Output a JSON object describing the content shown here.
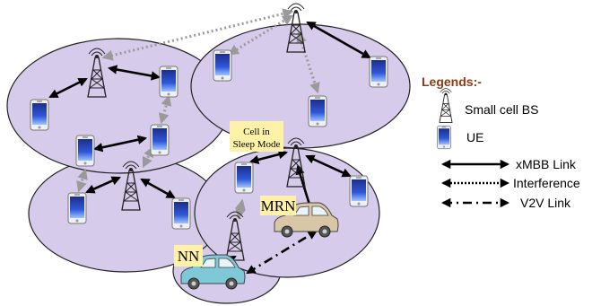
{
  "labels": {
    "cell_sleep_line1": "Cell in",
    "cell_sleep_line2": "Sleep Mode",
    "mrn": "MRN",
    "nn": "NN"
  },
  "legend": {
    "title": "Legends:-",
    "small_cell_bs": "Small cell  BS",
    "ue": "UE",
    "xmbb_link": "xMBB Link",
    "interference": "Interference",
    "v2v_link": "V2V Link"
  },
  "colors": {
    "cell_fill": "#d6cbea",
    "label_box": "#fff2a8",
    "legend_title": "#8b3a14",
    "car_blue": "#7ec8d8",
    "car_beige": "#d8c6a6",
    "interference": "#9a9a9a"
  },
  "icons": {
    "tower": "small-cell-tower-icon",
    "ue": "smartphone-icon",
    "car": "car-icon"
  }
}
